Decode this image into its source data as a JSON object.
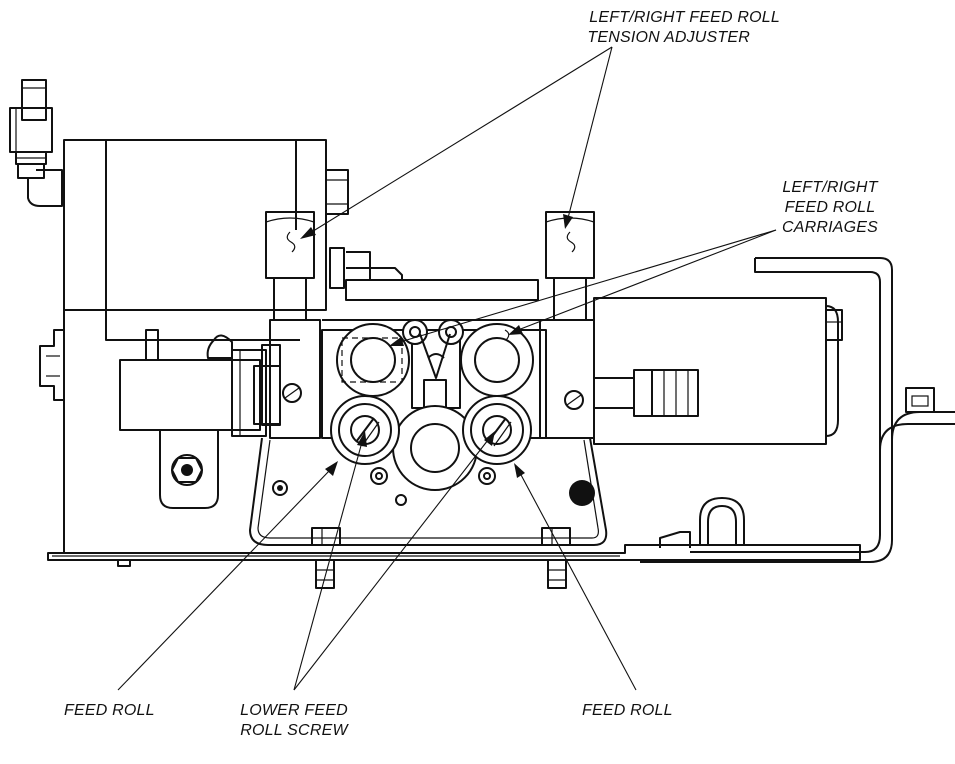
{
  "labels": {
    "tension_adjuster_line1": "LEFT/RIGHT FEED ROLL",
    "tension_adjuster_line2": "TENSION ADJUSTER",
    "carriages_line1": "LEFT/RIGHT",
    "carriages_line2": "FEED ROLL",
    "carriages_line3": "CARRIAGES",
    "feed_roll_left": "FEED ROLL",
    "lower_screw_line1": "LOWER FEED",
    "lower_screw_line2": "ROLL SCREW",
    "feed_roll_right": "FEED ROLL"
  }
}
